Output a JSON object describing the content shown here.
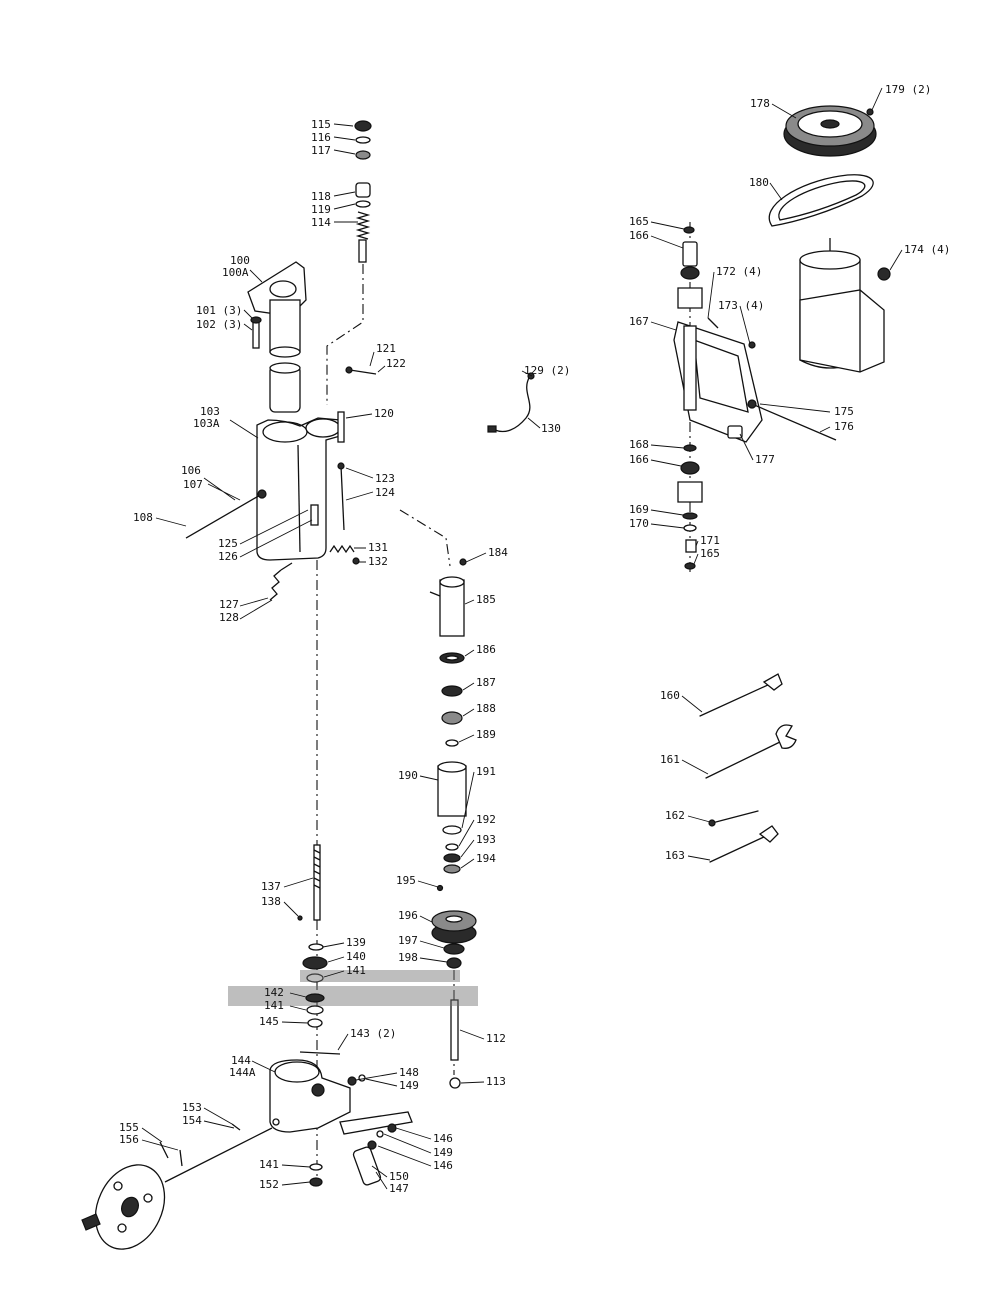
{
  "diagram": {
    "head_labels": [
      "115",
      "116",
      "117",
      "118",
      "119",
      "114",
      "100",
      "100A",
      "101 (3)",
      "102 (3)",
      "121",
      "122",
      "103",
      "103A",
      "120",
      "106",
      "107",
      "108",
      "123",
      "124",
      "125",
      "126",
      "131",
      "132",
      "127",
      "128",
      "129 (2)",
      "130"
    ],
    "quill_labels": [
      "184",
      "185",
      "186",
      "187",
      "188",
      "189",
      "190",
      "191",
      "192",
      "193",
      "194",
      "195",
      "196",
      "197",
      "198",
      "112",
      "113"
    ],
    "lower_labels": [
      "137",
      "138",
      "139",
      "140",
      "141",
      "142",
      "141",
      "145",
      "143 (2)",
      "144",
      "144A",
      "148",
      "149",
      "153",
      "154",
      "155",
      "156",
      "146",
      "149",
      "146",
      "150",
      "147",
      "141",
      "152"
    ],
    "motor_labels": [
      "178",
      "179 (2)",
      "180",
      "165",
      "166",
      "172 (4)",
      "174 (4)",
      "173 (4)",
      "167",
      "175",
      "176",
      "177",
      "168",
      "166",
      "169",
      "170",
      "171",
      "165"
    ],
    "tool_labels": [
      "160",
      "161",
      "162",
      "163"
    ]
  },
  "colors": {
    "ink": "#111111",
    "paper": "#ffffff",
    "shading": "#8a8a8a"
  }
}
